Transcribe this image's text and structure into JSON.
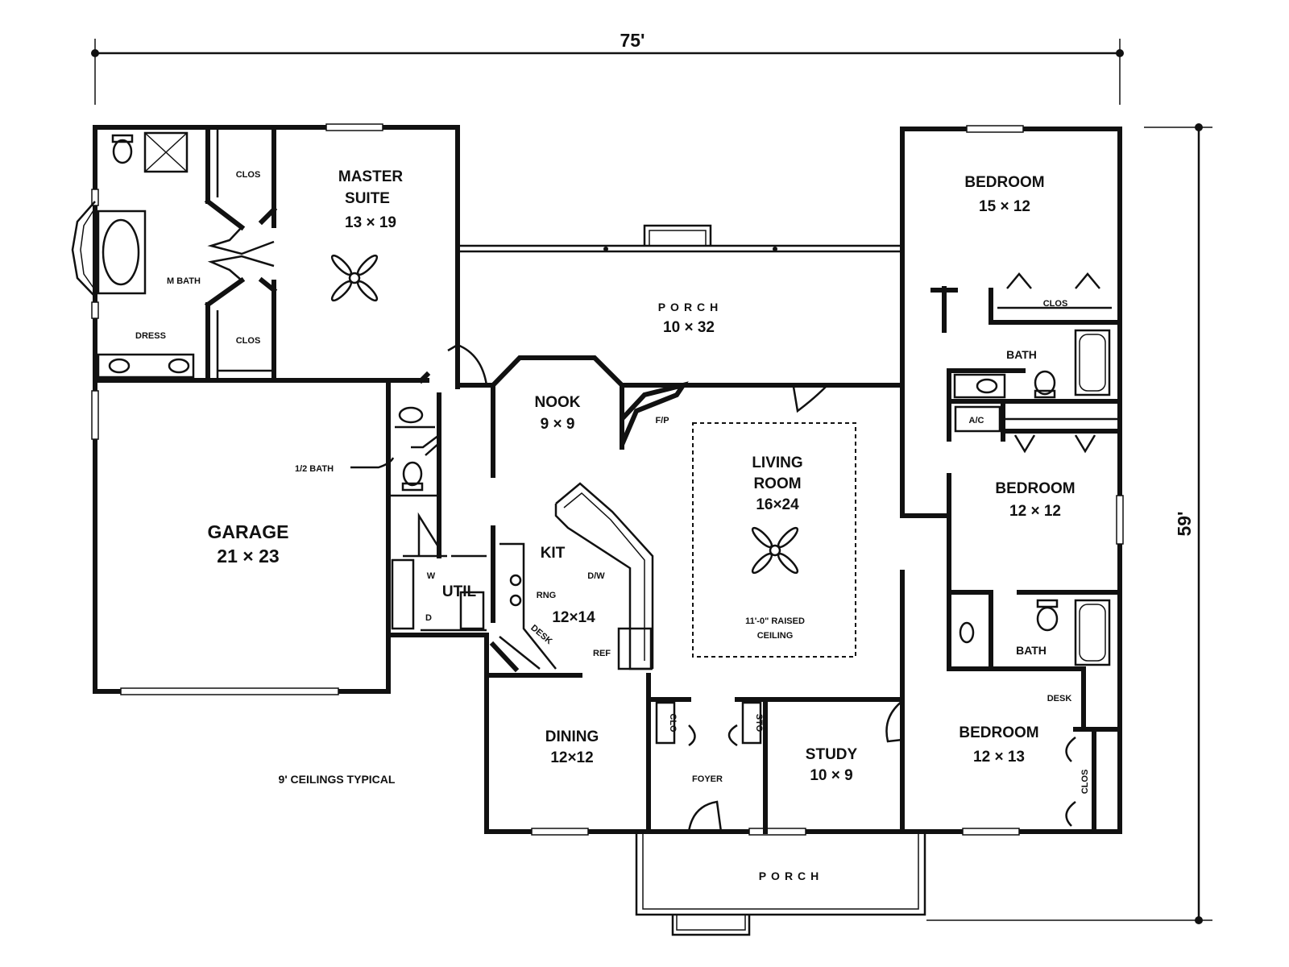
{
  "dimensions": {
    "width_label": "75'",
    "depth_label": "59'"
  },
  "note": "9' CEILINGS TYPICAL",
  "rooms": {
    "master_suite": {
      "name_line1": "MASTER",
      "name_line2": "SUITE",
      "size": "13 × 19"
    },
    "m_bath": {
      "name": "M BATH"
    },
    "dress": {
      "name": "DRESS"
    },
    "clos_master_1": {
      "name": "CLOS"
    },
    "clos_master_2": {
      "name": "CLOS"
    },
    "porch_rear": {
      "name": "PORCH",
      "size": "10 × 32"
    },
    "nook": {
      "name": "NOOK",
      "size": "9 × 9"
    },
    "fp": {
      "name": "F/P"
    },
    "half_bath": {
      "name": "1/2 BATH"
    },
    "garage": {
      "name": "GARAGE",
      "size": "21 × 23"
    },
    "util": {
      "name": "UTIL",
      "w": "W",
      "d": "D"
    },
    "kit": {
      "name": "KIT",
      "size": "12×14",
      "rng": "RNG",
      "dw": "D/W",
      "ref": "REF",
      "desk": "DESK"
    },
    "living": {
      "name_line1": "LIVING",
      "name_line2": "ROOM",
      "size": "16×24",
      "ceiling_line1": "11'-0\" RAISED",
      "ceiling_line2": "CEILING"
    },
    "dining": {
      "name": "DINING",
      "size": "12×12"
    },
    "foyer": {
      "name": "FOYER",
      "clo": "CLO",
      "sto": "STO"
    },
    "study": {
      "name": "STUDY",
      "size": "10 × 9"
    },
    "bedroom_1": {
      "name": "BEDROOM",
      "size": "15 × 12"
    },
    "clos_bed_1": {
      "name": "CLOS"
    },
    "bath_1": {
      "name": "BATH"
    },
    "ac": {
      "name": "A/C"
    },
    "bedroom_2": {
      "name": "BEDROOM",
      "size": "12 × 12"
    },
    "bath_2": {
      "name": "BATH"
    },
    "bedroom_3": {
      "name": "BEDROOM",
      "size": "12 × 13",
      "desk": "DESK",
      "clos": "CLOS"
    },
    "porch_front": {
      "name": "PORCH"
    }
  }
}
